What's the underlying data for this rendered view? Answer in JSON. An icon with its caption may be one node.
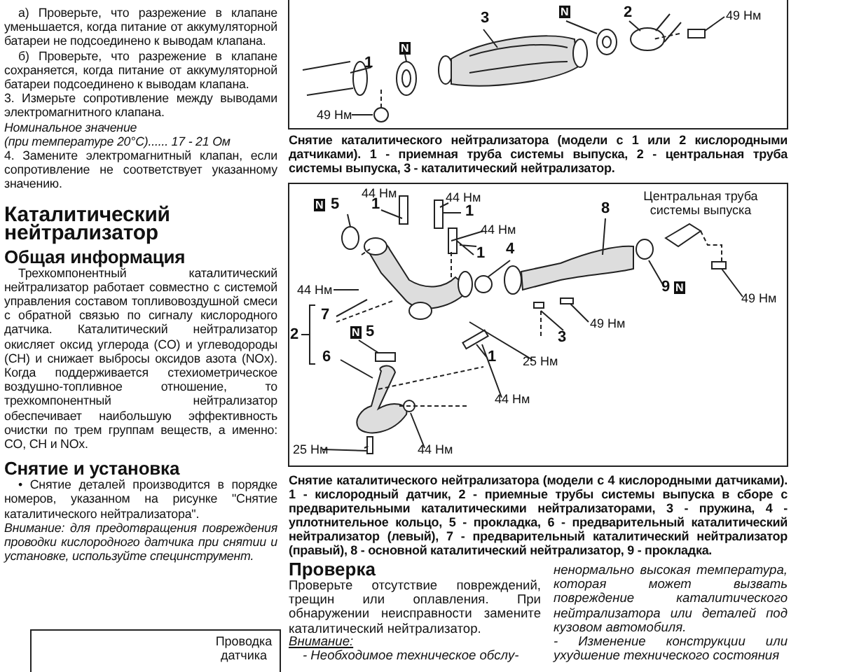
{
  "diagram": {
    "labels": [
      "а) Проверьте, что разрежение в клапане уменьшается, когда питание от аккумуляторной батареи не подсоединено к выводам клапана.",
      "б) Проверьте, что разрежение в клапане сохраняется, когда питание от аккумуляторной батареи подсоединено к выводам клапана.",
      "3. Измерьте сопротивление между выводами электромагнитного клапана.",
      "Номинальное значение",
      "*(при температуре 20°C)......* 17 - 21 Ом",
      "4. Замените электромагнитный клапан, если сопротивление не соответствует указанному значению.",
      "Каталитический нейтрализатор",
      "Общая информация",
      "Трехкомпонентный каталитический нейтрализатор работает совместно с системой управления составом топливовоздушной смеси с обратной связью по сигналу кислородного датчика. Каталитический нейтрализатор окисляет оксид углерода (CO) и углеводороды (CH) и снижает выбросы оксидов азота (NOx). Когда поддерживается стехиометрическое воздушно-топливное отношение, то трехкомпонентный нейтрализатор обеспечивает наибольшую эффективность очистки по трем группам веществ, а именно: CO, CH и NOx.",
      "Снятие и установка",
      "• Снятие деталей производится в порядке номеров, указанном на рисунке \"Снятие каталитического нейтрализатора\".",
      "Внимание: для предотвращения повреждения проводки кислородного датчика при снятии и установке, используйте специнструмент.",
      "Проводка датчика",
      "3",
      "N",
      "2",
      "49 Нм",
      "1",
      "N",
      "49 Нм",
      "Снятие каталитического нейтрализатора (модели с 1 или 2 кислородными датчиками). 1 - приемная труба системы выпуска, 2 - центральная труба системы выпуска, 3 - каталитический нейтрализатор.",
      "44 Нм",
      "44 Нм",
      "Центральная труба системы выпуска",
      "N",
      "5",
      "1",
      "1",
      "8",
      "44 Нм",
      "4",
      "1",
      "9",
      "N",
      "44 Нм",
      "49 Нм",
      "7",
      "49 Нм",
      "N",
      "5",
      "3",
      "2",
      "6",
      "1",
      "25 Нм",
      "44 Нм",
      "25 Нм",
      "44 Нм",
      "Снятие каталитического нейтрализатора (модели с 4 кислородными датчиками). 1 - кислородный датчик, 2 - приемные трубы системы выпуска в сборе с предварительными каталитическими нейтрализаторами, 3 - пружина, 4 - уплотнительное кольцо, 5 - прокладка, 6 - предварительный каталитический нейтрализатор (левый), 7 - предварительный каталитический нейтрализатор (правый), 8 - основной каталитический нейтрализатор, 9 - прокладка.",
      "Проверка",
      "Проверьте отсутствие повреждений, трещин или оплавления. При обнаружении неисправности замените каталитический нейтрализатор.",
      "Внимание:",
      "- Необходимое техническое обслу-",
      "ненормально высокая температура, которая может вызвать повреждение каталитического нейтрализатора или деталей под кузовом автомобиля.",
      "- Изменение конструкции или ухудшение технического состояния"
    ]
  }
}
